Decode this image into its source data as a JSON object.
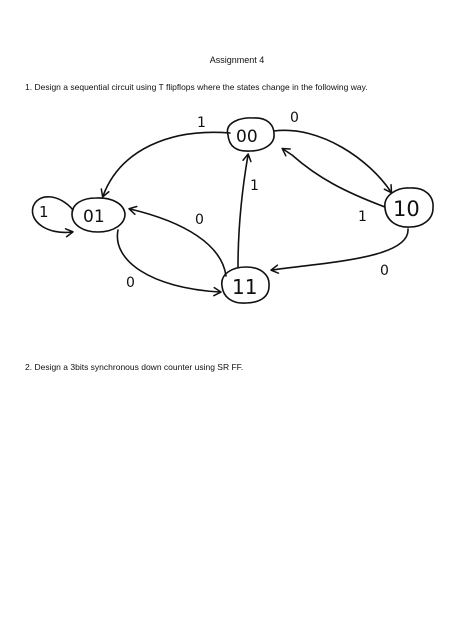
{
  "title": "Assignment 4",
  "questions": [
    {
      "text": "1. Design a sequential circuit using T flipflops where the states change in the following way."
    },
    {
      "text": "2. Design a 3bits synchronous down counter using SR FF."
    }
  ],
  "state_diagram": {
    "states": [
      {
        "id": "s00",
        "label": "00"
      },
      {
        "id": "s10",
        "label": "10"
      },
      {
        "id": "s01",
        "label": "01"
      },
      {
        "id": "s11",
        "label": "11"
      }
    ],
    "transitions": [
      {
        "from": "00",
        "to": "01",
        "input": "1"
      },
      {
        "from": "00",
        "to": "10",
        "input": "0"
      },
      {
        "from": "10",
        "to": "00",
        "input": "1"
      },
      {
        "from": "10",
        "to": "11",
        "input": "0"
      },
      {
        "from": "11",
        "to": "00",
        "input": "1"
      },
      {
        "from": "11",
        "to": "01",
        "input": "0"
      },
      {
        "from": "01",
        "to": "11",
        "input": "0"
      },
      {
        "from": "01",
        "to": "01",
        "input": "1"
      }
    ]
  }
}
